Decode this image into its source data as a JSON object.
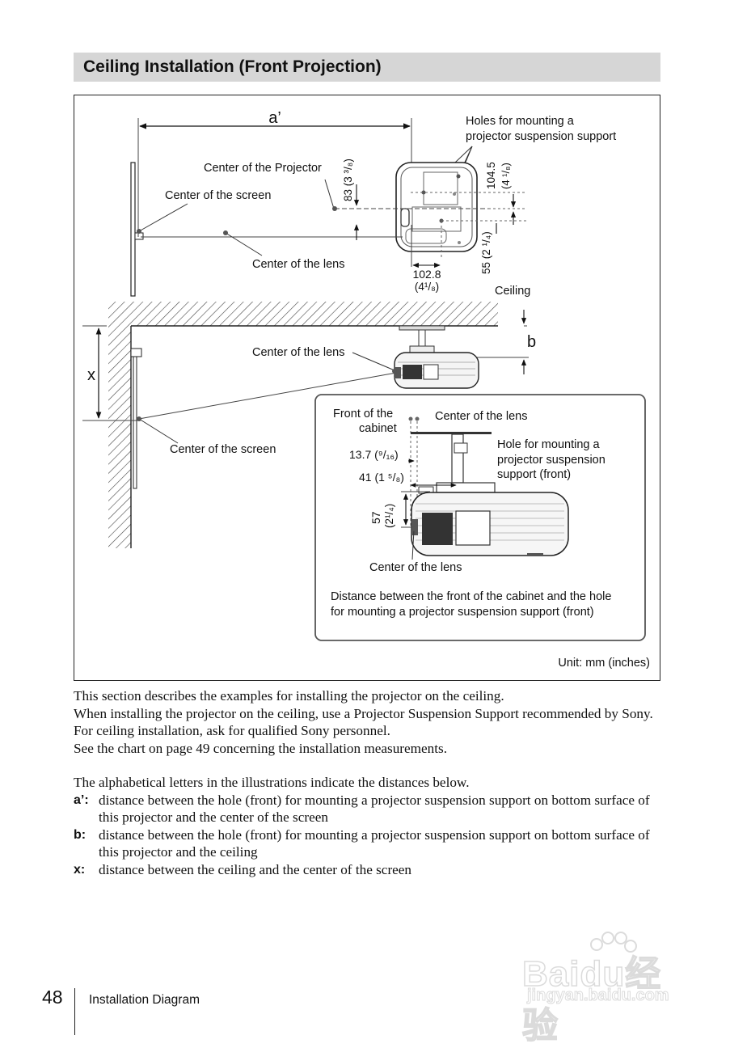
{
  "header": {
    "title": "Ceiling Installation (Front Projection)"
  },
  "diagram": {
    "top_view": {
      "a_prime": "a’",
      "holes_note_1": "Holes for mounting a",
      "holes_note_2": "projector suspension support",
      "center_projector": "Center of the Projector",
      "center_screen": "Center of the screen",
      "center_lens": "Center of the lens",
      "dim_83": "83 (3 ³/₈)",
      "dim_104": "104.5",
      "dim_104_in": "(4 ¹/₈)",
      "dim_55": "55 (2 ¹/₄)",
      "dim_102": "102.8",
      "dim_102_in": "(4¹/₈)"
    },
    "side_view": {
      "ceiling": "Ceiling",
      "b": "b",
      "x": "x",
      "center_lens": "Center of the lens",
      "center_screen": "Center of the screen"
    },
    "detail": {
      "front_cabinet_1": "Front of the",
      "front_cabinet_2": "cabinet",
      "center_lens_top": "Center of the lens",
      "hole_1": "Hole for mounting a",
      "hole_2": "projector suspension",
      "hole_3": "support (front)",
      "dim_13": "13.7 (⁹/₁₆)",
      "dim_41": "41 (1 ⁵/₈)",
      "dim_57": "57",
      "dim_57_in": "(2¹/₄)",
      "center_lens_bottom": "Center of the lens",
      "caption_1": "Distance between the front of the cabinet and the hole",
      "caption_2": "for mounting a projector suspension support (front)"
    },
    "unit": "Unit: mm (inches)"
  },
  "body": {
    "p1": "This section describes the examples for installing the projector on the ceiling.",
    "p2": "When installing the projector on the ceiling, use a Projector Suspension Support recommended by Sony.",
    "p3": "For ceiling installation, ask for qualified Sony personnel.",
    "p4": "See the chart on page 49 concerning the installation measurements.",
    "p5": "The alphabetical letters in the illustrations indicate the distances below.",
    "definitions": [
      {
        "key": "a’:",
        "text": "distance between the hole (front) for mounting a projector suspension support on bottom surface of this projector and the center of the screen"
      },
      {
        "key": "b:",
        "text": "distance between the hole (front) for mounting a projector suspension support on bottom surface of this projector and the ceiling"
      },
      {
        "key": "x:",
        "text": "distance between the ceiling and the center of the screen"
      }
    ]
  },
  "footer": {
    "page_number": "48",
    "section": "Installation Diagram"
  },
  "watermark": {
    "brand": "Baidu经验",
    "url": "jingyan.baidu.com"
  }
}
